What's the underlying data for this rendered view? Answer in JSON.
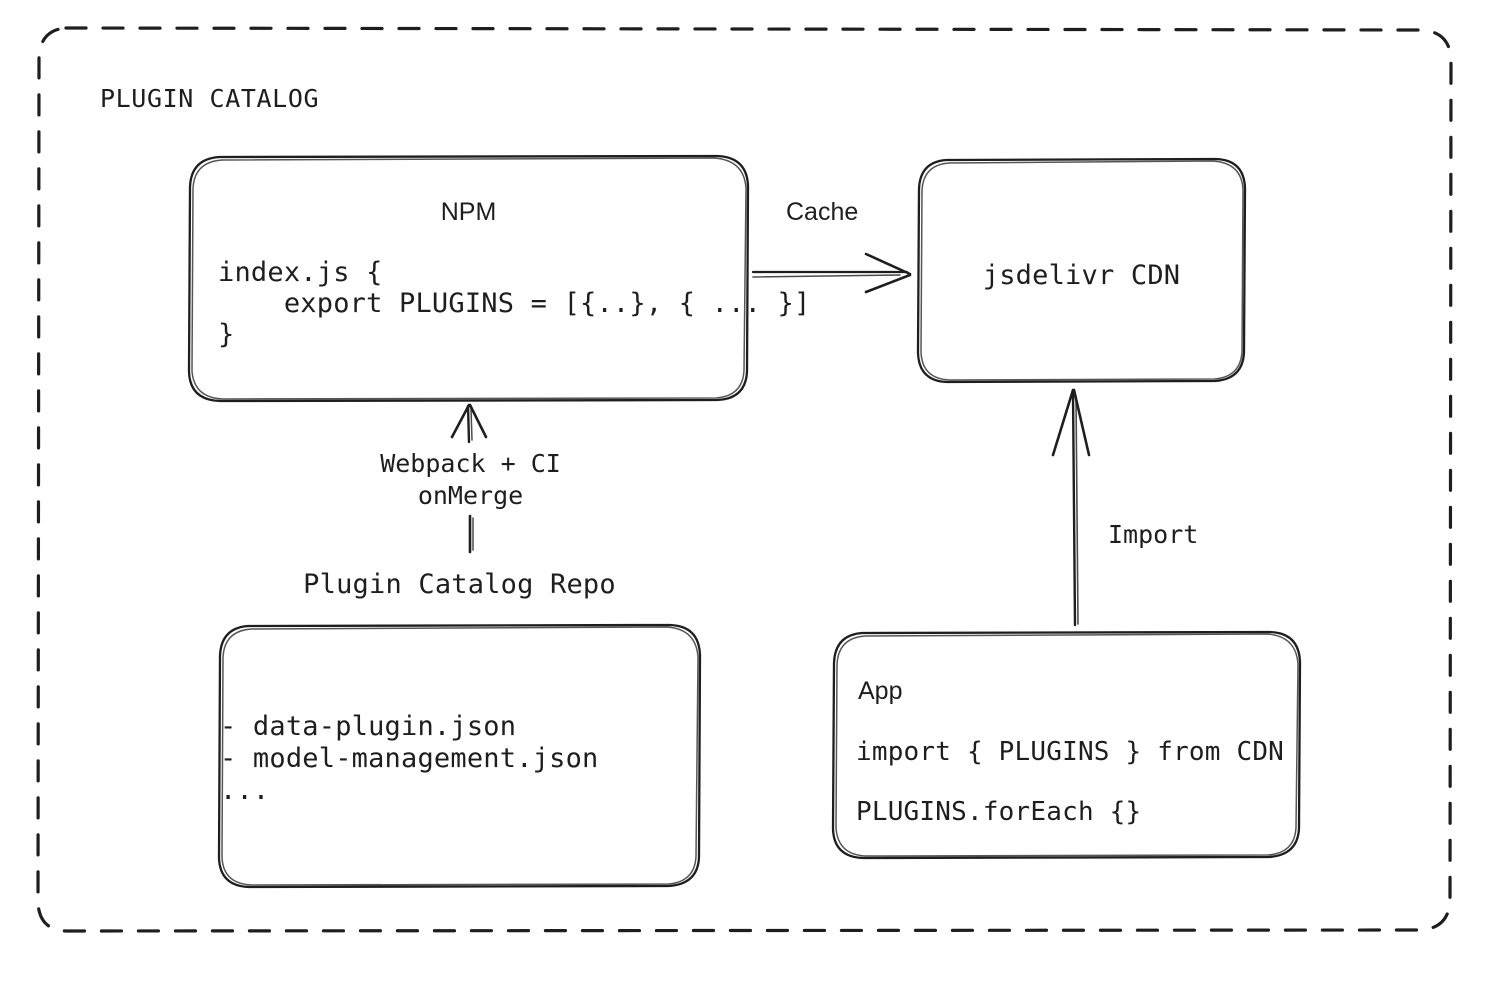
{
  "diagram": {
    "type": "architecture-flow",
    "style": "hand-drawn-sketch",
    "background_color": "#ffffff",
    "stroke_color": "#1e1e1e",
    "group": {
      "label": "PLUGIN CATALOG",
      "border_style": "dashed",
      "border_radius": 28
    },
    "nodes": [
      {
        "id": "npm",
        "title": "NPM",
        "title_font": "sans",
        "lines": [
          "index.js {",
          "    export PLUGINS = [{..}, { ... }]",
          "}"
        ]
      },
      {
        "id": "cdn",
        "title": "jsdelivr CDN",
        "title_font": "mono",
        "lines": []
      },
      {
        "id": "repo",
        "title": "Plugin Catalog Repo",
        "title_font": "mono",
        "title_position": "above-box",
        "lines": [
          "- data-plugin.json",
          "- model-management.json",
          "..."
        ]
      },
      {
        "id": "app",
        "title": "App",
        "title_font": "sans",
        "lines": [
          "import { PLUGINS } from CDN",
          "PLUGINS.forEach {}"
        ]
      }
    ],
    "edges": [
      {
        "id": "npm-to-cdn",
        "from": "npm",
        "to": "cdn",
        "label": "Cache",
        "label_font": "sans",
        "direction": "right"
      },
      {
        "id": "repo-to-npm",
        "from": "repo",
        "to": "npm",
        "label_line_1": "Webpack + CI",
        "label_line_2": "onMerge",
        "label_font": "mono",
        "direction": "up"
      },
      {
        "id": "app-to-cdn",
        "from": "app",
        "to": "cdn",
        "label": "Import",
        "label_font": "mono",
        "direction": "up"
      }
    ]
  }
}
